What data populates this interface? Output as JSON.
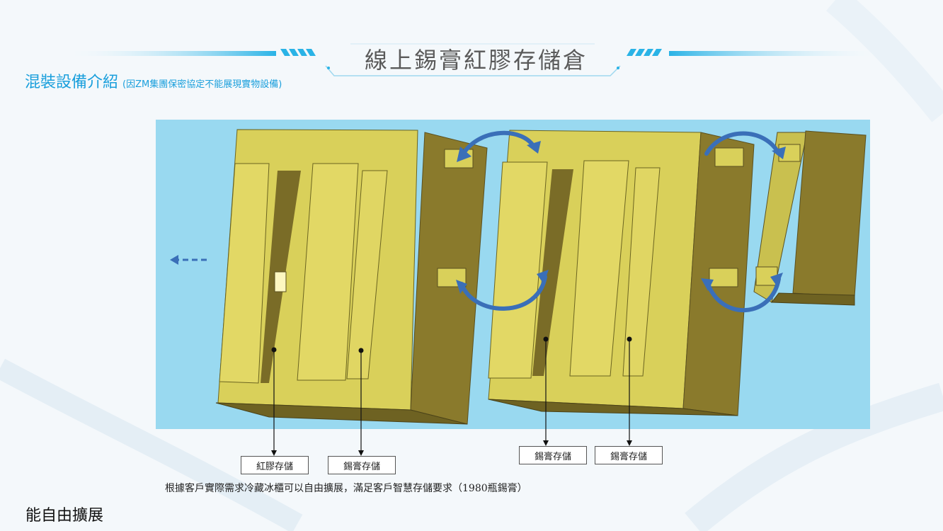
{
  "header": {
    "title": "線上錫膏紅膠存儲倉"
  },
  "section": {
    "title": "混裝設備介紹",
    "note": "(因ZM集團保密協定不能展現實物設備)"
  },
  "diagram": {
    "arrow_direction": "left",
    "colors": {
      "background": "#99d9f0",
      "cabinet_front": "#d9d05a",
      "cabinet_side": "#8a7a2c",
      "arrow": "#3a6fb8"
    }
  },
  "labels": {
    "red_glue_1": "紅膠存儲",
    "solder_1": "錫膏存儲",
    "solder_2": "錫膏存儲",
    "solder_3": "錫膏存儲"
  },
  "caption": "根據客戶實際需求冷藏冰櫃可以自由擴展，滿足客戶智慧存儲要求（1980瓶錫膏）",
  "footer": "能自由擴展"
}
